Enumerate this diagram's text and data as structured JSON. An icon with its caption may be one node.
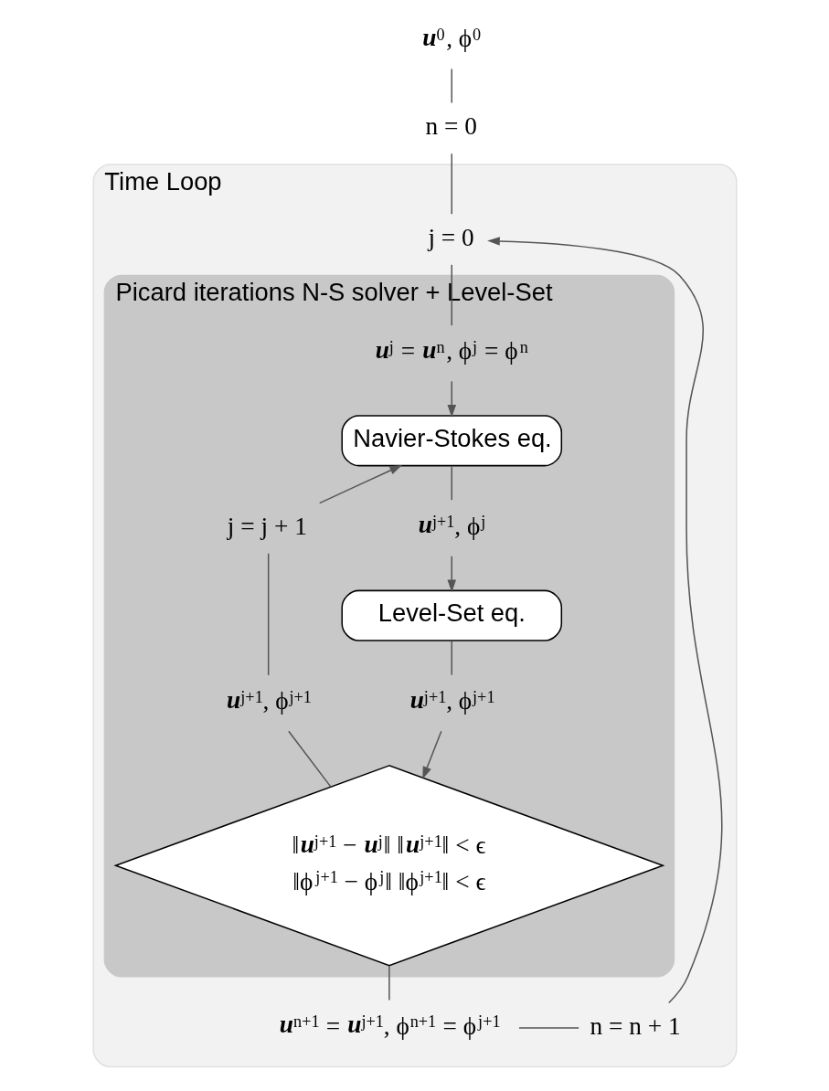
{
  "diagram": {
    "nodes": [
      {
        "text": [
          "**u**$^{0}$, ϕ$^{0}$"
        ]
      },
      {
        "text": [
          "n = 0"
        ]
      },
      {
        "text": [
          "Time Loop"
        ]
      },
      {
        "text": [
          "j = 0"
        ],
        "in": 2
      },
      {
        "text": [
          "Picard iterations N-S solver + Level-Set"
        ],
        "in": 2
      },
      {
        "text": [
          "**u**$^{j}$ = **u**$^{n}$, ϕ$^{j}$ = ϕ$^{n}$"
        ],
        "in": 4
      },
      {
        "text": [
          "Navier-Stokes eq."
        ],
        "in": 4
      },
      {
        "text": [
          "**u**$^{j+1}$, ϕ$^{j}$"
        ],
        "in": 4
      },
      {
        "text": [
          "Level-Set eq."
        ],
        "in": 4
      },
      {
        "text": [
          "**u**$^{j+1}$, ϕ$^{j+1}$"
        ],
        "in": 4
      },
      {
        "text": [
          "‖**u**$^{j+1}$ − **u**$^{j}$‖ ‖**u**$^{j+1}$‖ < ϵ",
          "‖ϕ$^{j+1}$ − ϕ$^{j}$‖ ‖ϕ$^{j+1}$‖ < ϵ"
        ],
        "in": 4
      },
      {
        "text": [
          "**u**$^{j+1}$, ϕ$^{j+1}$"
        ],
        "in": 4
      },
      {
        "text": [
          "j = j + 1"
        ],
        "in": 4
      },
      {
        "text": [
          "**u**$^{n+1}$ = **u**$^{j+1}$, ϕ$^{n+1}$ = ϕ$^{j+1}$"
        ],
        "in": 2
      },
      {
        "text": [
          "n = n + 1"
        ],
        "in": 2
      }
    ],
    "edges": [
      {
        "from": 0,
        "to": 1,
        "arrow": "none"
      },
      {
        "from": 1,
        "to": 3,
        "arrow": "none"
      },
      {
        "from": 3,
        "to": 5,
        "arrow": "none"
      },
      {
        "from": 5,
        "to": 6,
        "arrow": "to"
      },
      {
        "from": 6,
        "to": 7,
        "arrow": "none"
      },
      {
        "from": 7,
        "to": 8,
        "arrow": "to"
      },
      {
        "from": 8,
        "to": 9,
        "arrow": "none"
      },
      {
        "from": 9,
        "to": 10,
        "arrow": "to"
      },
      {
        "from": 10,
        "to": 11,
        "arrow": "none"
      },
      {
        "from": 11,
        "to": 12,
        "arrow": "none"
      },
      {
        "from": 12,
        "to": 6,
        "arrow": "to"
      },
      {
        "from": 10,
        "to": 13,
        "arrow": "none"
      },
      {
        "from": 13,
        "to": 14,
        "arrow": "none"
      },
      {
        "from": 14,
        "to": 3,
        "arrow": "to"
      }
    ]
  }
}
